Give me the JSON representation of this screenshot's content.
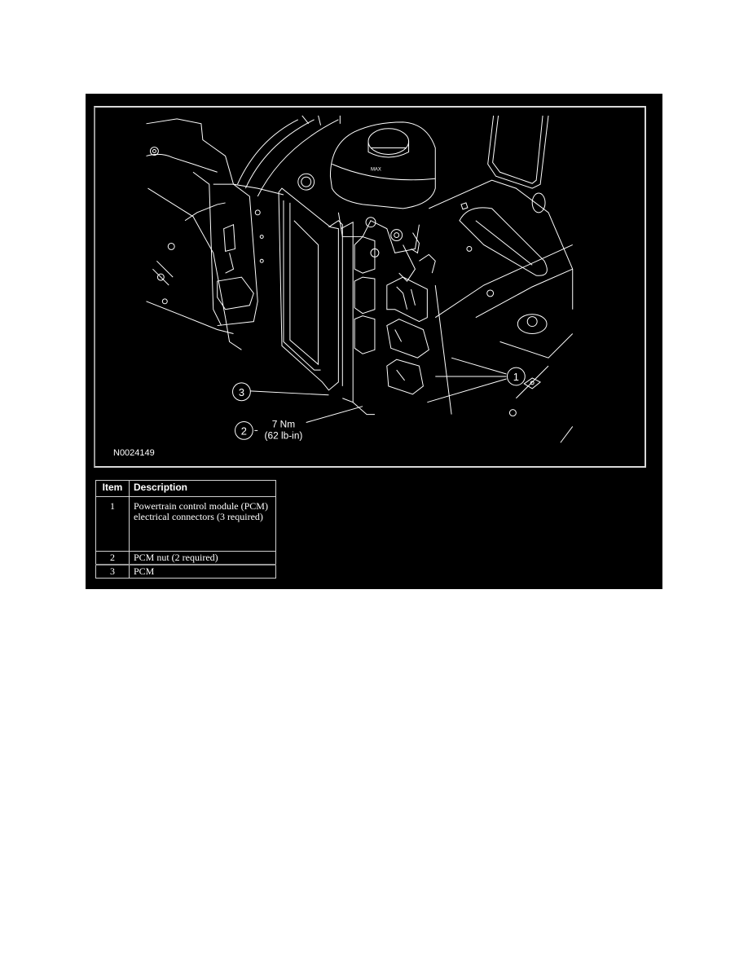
{
  "figure": {
    "id": "N0024149",
    "callouts": [
      {
        "number": "1",
        "label": "1"
      },
      {
        "number": "2",
        "label": "2"
      },
      {
        "number": "3",
        "label": "3"
      }
    ],
    "torque_spec": {
      "line1": "7 Nm",
      "line2": "(62 lb-in)"
    },
    "reservoir_marking": "MAX"
  },
  "legend": {
    "headers": {
      "item": "Item",
      "description": "Description"
    },
    "rows": [
      {
        "item": "1",
        "description": "Powertrain control module (PCM) electrical connectors (3 required)"
      },
      {
        "item": "2",
        "description": "PCM nut (2 required)"
      },
      {
        "item": "3",
        "description": "PCM"
      }
    ]
  },
  "colors": {
    "background": "#000000",
    "line_art": "#ffffff",
    "frame_border": "#d8d8d8",
    "page": "#ffffff"
  }
}
